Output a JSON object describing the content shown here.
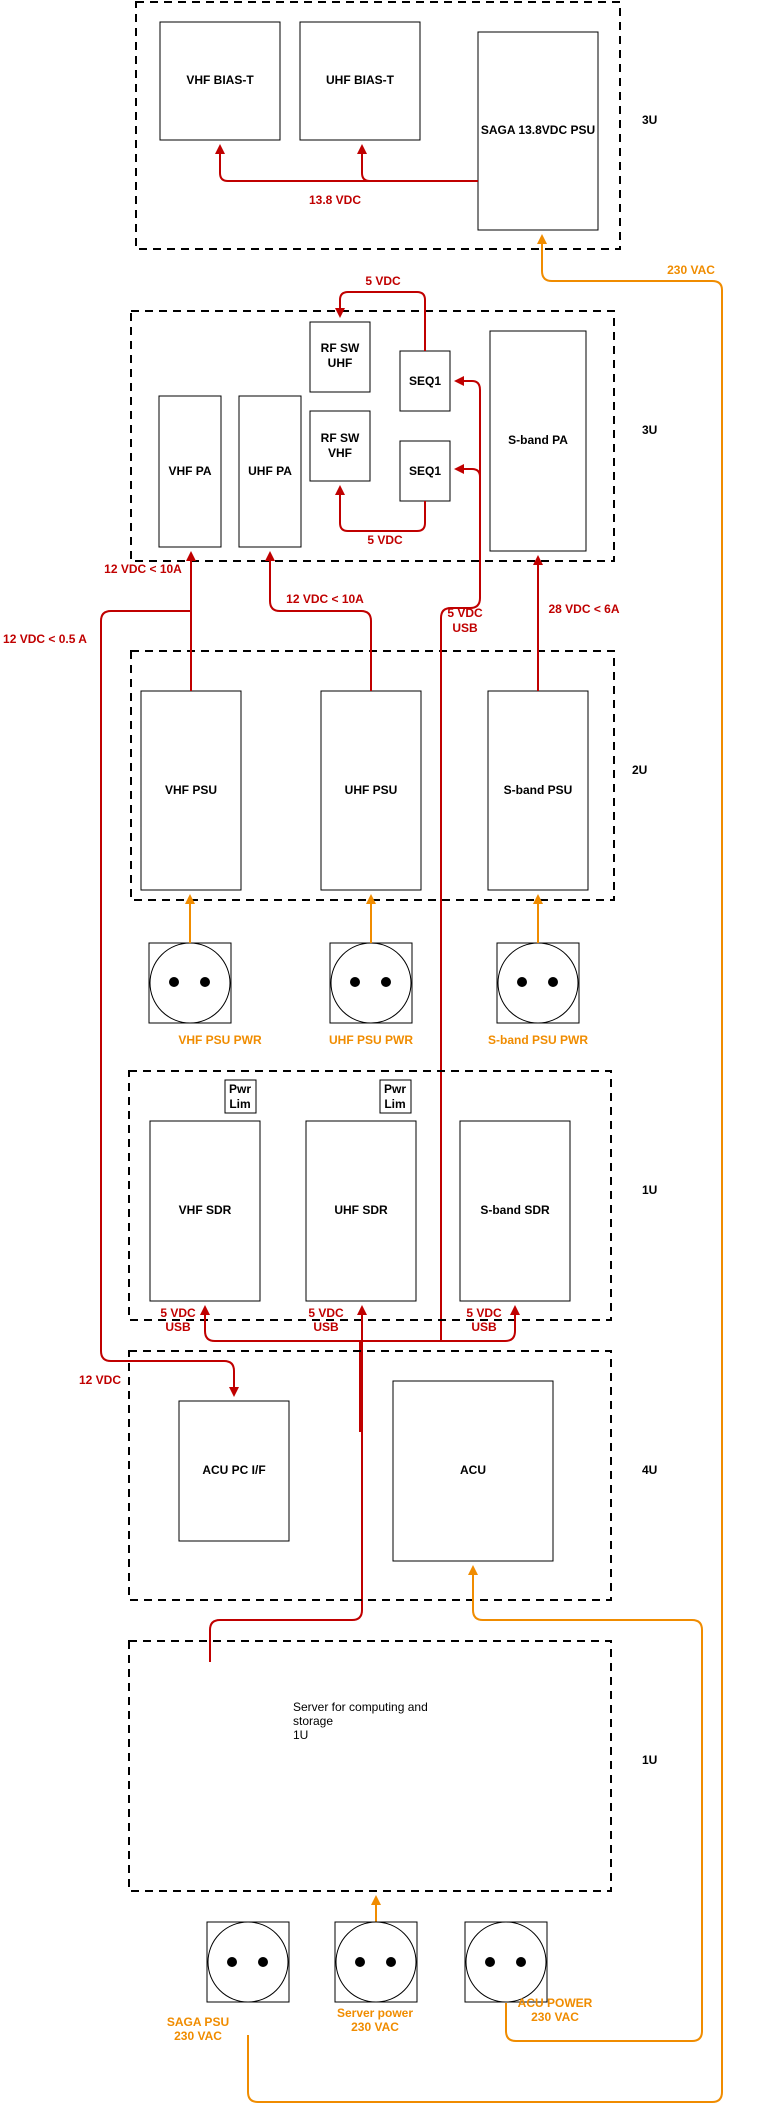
{
  "colors": {
    "power_dc": "#c00000",
    "power_ac": "#f08c00",
    "outline": "#000000"
  },
  "rack1": {
    "units": "3U",
    "vhf_bias_t": "VHF BIAS-T",
    "uhf_bias_t": "UHF BIAS-T",
    "saga_psu": "SAGA 13.8VDC PSU",
    "dc_label": "13.8 VDC"
  },
  "ac_230_label": "230 VAC",
  "rack2": {
    "units": "3U",
    "rf_sw_uhf": [
      "RF SW",
      "UHF"
    ],
    "rf_sw_vhf": [
      "RF SW",
      "VHF"
    ],
    "seq1_top": "SEQ1",
    "seq1_bottom": "SEQ1",
    "vhf_pa": "VHF PA",
    "uhf_pa": "UHF PA",
    "sband_pa": "S-band PA",
    "top_5vdc": "5 VDC",
    "bottom_5vdc": "5 VDC"
  },
  "links": {
    "vhf_pa_feed": "12 VDC < 10A",
    "uhf_pa_feed": "12 VDC < 10A",
    "acu_if_feed": "12 VDC < 0.5 A",
    "seq_usb": [
      "5 VDC",
      "USB"
    ],
    "sband_pa_feed": "28 VDC < 6A"
  },
  "rack3": {
    "units": "2U",
    "vhf_psu": "VHF PSU",
    "uhf_psu": "UHF PSU",
    "sband_psu": "S-band PSU"
  },
  "sockets_psu": {
    "vhf": "VHF PSU PWR",
    "uhf": "UHF PSU PWR",
    "sband": "S-band PSU PWR"
  },
  "rack4": {
    "units": "1U",
    "pwr_lim_1": [
      "Pwr",
      "Lim"
    ],
    "pwr_lim_2": [
      "Pwr",
      "Lim"
    ],
    "vhf_sdr": "VHF SDR",
    "uhf_sdr": "UHF SDR",
    "sband_sdr": "S-band SDR",
    "usb_label": [
      "5 VDC",
      "USB"
    ]
  },
  "rack5": {
    "units": "4U",
    "acu_if": "ACU PC I/F",
    "acu": "ACU",
    "dc_label": "12 VDC"
  },
  "rack6": {
    "units": "1U",
    "server": [
      "Server for computing and",
      "storage",
      "1U"
    ]
  },
  "sockets_bottom": {
    "saga": [
      "SAGA PSU",
      "230 VAC"
    ],
    "server": [
      "Server power",
      "230 VAC"
    ],
    "acu": [
      "ACU POWER",
      "230 VAC"
    ]
  }
}
